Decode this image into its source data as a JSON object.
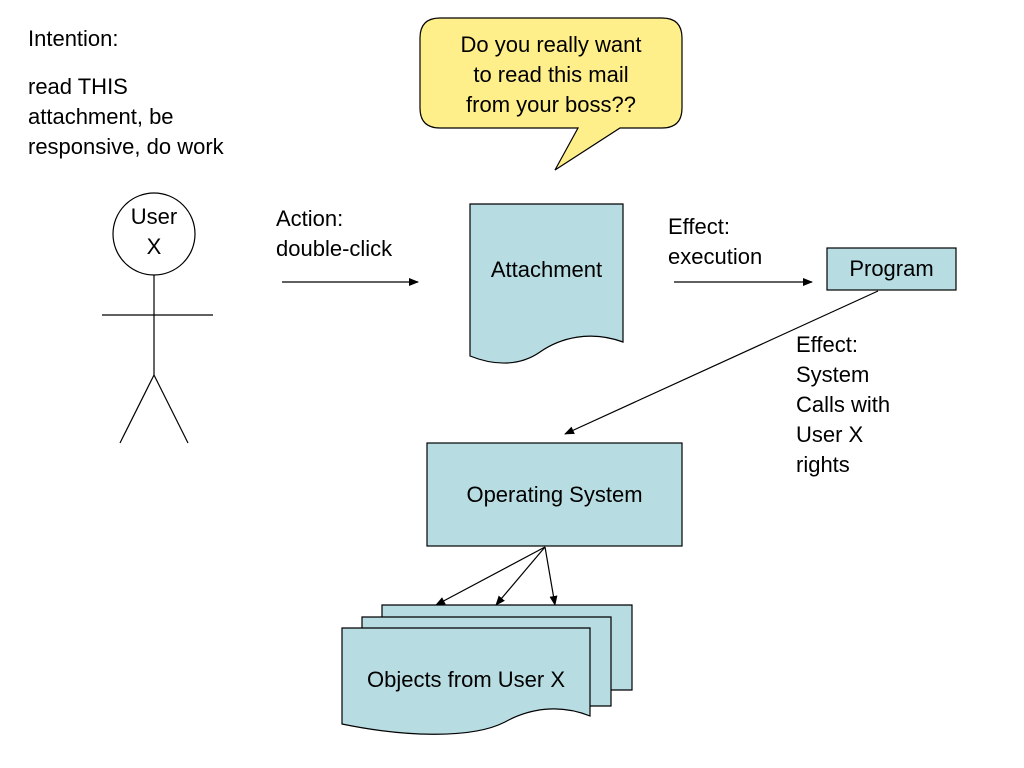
{
  "intention": {
    "heading": "Intention:",
    "text": "read THIS\nattachment, be\nresponsive, do work"
  },
  "callout": {
    "text": "Do you really want\nto read this mail\nfrom your boss??"
  },
  "actor": {
    "label": "User\nX"
  },
  "action": {
    "text": "Action:\ndouble-click"
  },
  "attachment": {
    "label": "Attachment"
  },
  "effect_execution": {
    "text": "Effect:\nexecution"
  },
  "program": {
    "label": "Program"
  },
  "effect_syscalls": {
    "text": "Effect:\nSystem\nCalls with\nUser X\nrights"
  },
  "os": {
    "label": "Operating System"
  },
  "objects": {
    "label": "Objects from User X"
  },
  "colors": {
    "shape_fill": "#b7dde3",
    "callout_fill": "#ffef8a",
    "stroke": "#000000"
  }
}
